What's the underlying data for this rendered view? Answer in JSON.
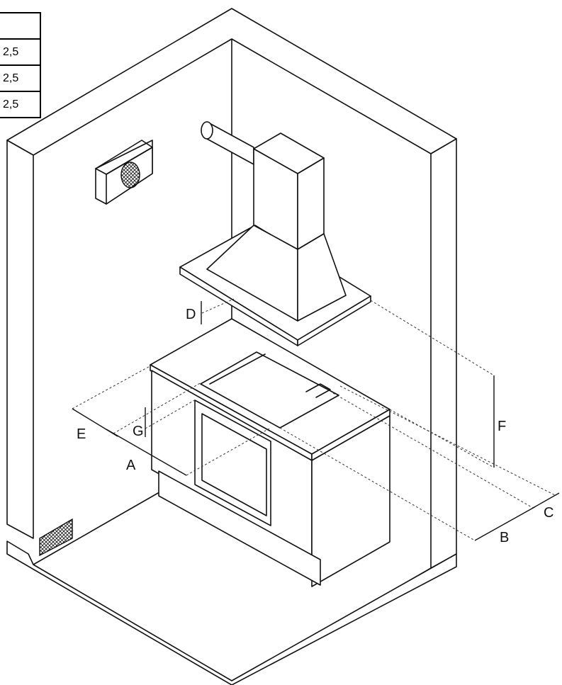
{
  "dimension_table": {
    "rows": [
      {
        "value": ""
      },
      {
        "value": "2,5"
      },
      {
        "value": "2,5"
      },
      {
        "value": "2,5"
      }
    ]
  },
  "labels": {
    "A": "A",
    "B": "B",
    "C": "C",
    "D": "D",
    "E": "E",
    "F": "F",
    "G": "G"
  }
}
